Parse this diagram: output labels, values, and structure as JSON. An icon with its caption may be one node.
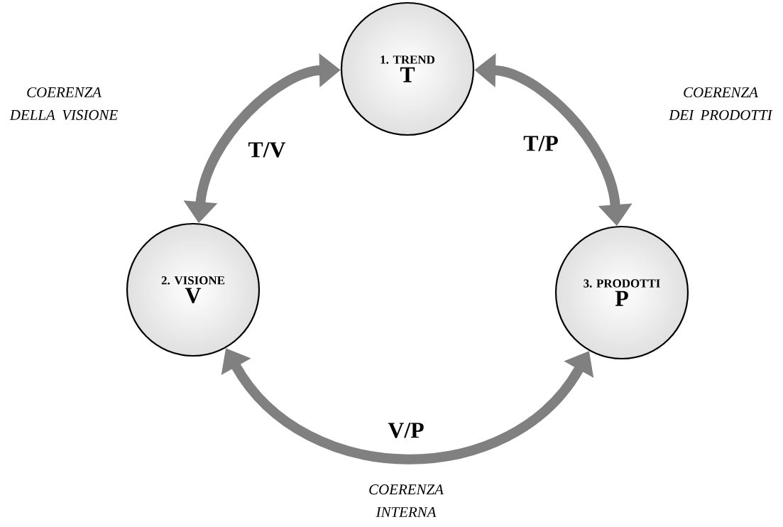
{
  "diagram": {
    "nodes": [
      {
        "text": [
          "1. TREND",
          "T"
        ]
      },
      {
        "text": [
          "2. VISIONE",
          "V"
        ]
      },
      {
        "text": [
          "3. PRODOTTI",
          "P"
        ]
      }
    ],
    "edges": [
      {
        "from": 0,
        "to": 1,
        "arrow": "both",
        "label": "T/V"
      },
      {
        "from": 0,
        "to": 2,
        "arrow": "both",
        "label": "T/P"
      },
      {
        "from": 1,
        "to": 2,
        "arrow": "both",
        "label": "V/P"
      }
    ],
    "labels": [
      "COERENZA DELLA VISIONE",
      "COERENZA DEI PRODOTTI",
      "COERENZA INTERNA"
    ]
  }
}
